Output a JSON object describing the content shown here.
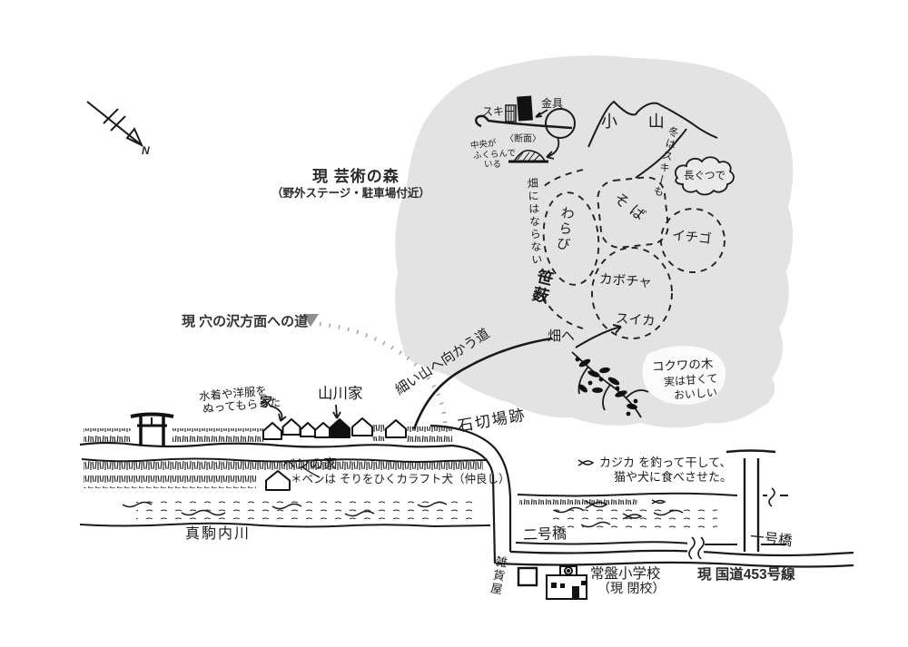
{
  "colors": {
    "ink": "#1a1a1a",
    "area_gray": "#e3e3e3",
    "path_gray": "#a3a3a3"
  },
  "compass": {
    "north_label": "N"
  },
  "title": {
    "main": "現 芸術の森",
    "sub": "（野外ステージ・駐車場付近）"
  },
  "ski": {
    "label": "スキー",
    "binding": "金具",
    "cross_section": "〈断面〉",
    "bulge_line1": "中央が",
    "bulge_line2": "ふくらんで",
    "bulge_line3": "いる"
  },
  "hill": {
    "label": "小 山",
    "winter_note": "冬はスキーも",
    "boots_bubble": "長ぐつで"
  },
  "fields": {
    "not_field_note": "畑にはならない",
    "sasayabu": "笹薮",
    "warabi": "わらび",
    "soba": "そば",
    "ichigo": "イチゴ",
    "kabocha": "カボチャ",
    "suika": "スイカ",
    "to_field": "畑へ"
  },
  "kokuwa": {
    "name": "コクワの木",
    "note_line1": "実は甘くて",
    "note_line2": "おいしい"
  },
  "roads": {
    "anasawa": "現 穴の沢方面への道",
    "narrow_mountain_road": "細い山へ向かう道",
    "quarry_site": "石切場跡",
    "route453": "現 国道453号線"
  },
  "homes": {
    "sewing_line1": "水着や洋服を",
    "sewing_line2": "ぬってもらった",
    "sewing_house": "家",
    "yamakawa_house": "山川家",
    "ben_house": "ベンの家",
    "ben_note": "＊ベンは そりをひくカラフト犬（仲良し）"
  },
  "river": {
    "name": "真駒内川",
    "bridge_no2": "二号橋",
    "bridge_no1": "一号橋",
    "kajika_line1": "カジカ を釣って干して、",
    "kajika_line2": "猫や犬に食べさせた。"
  },
  "town": {
    "general_store": "雑貨屋",
    "school_name": "常盤小学校",
    "school_status": "（現 閉校）"
  }
}
